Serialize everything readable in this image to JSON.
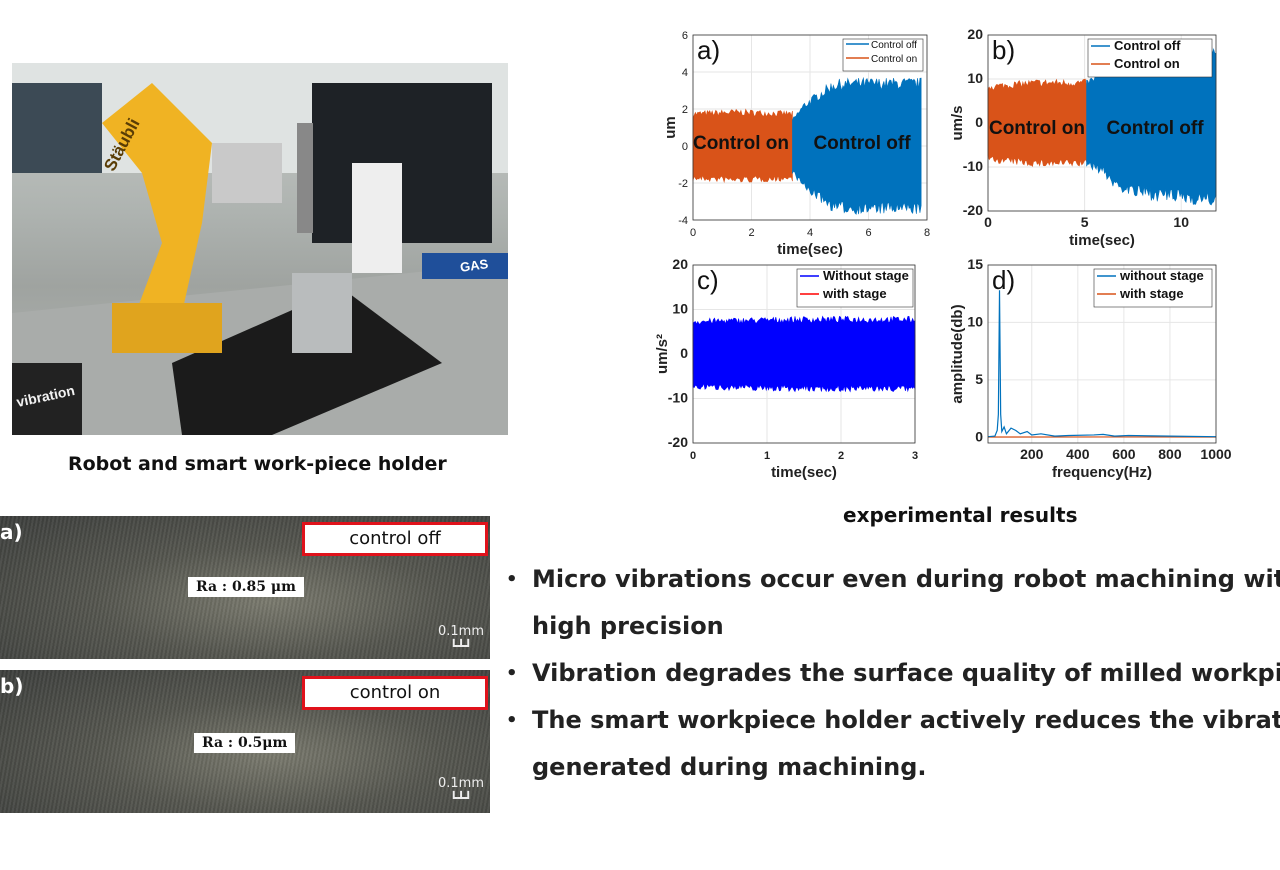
{
  "photo": {
    "caption": "Robot and smart work-piece holder",
    "overlay_texts": [
      "Stäubli",
      "vibration",
      "GAS"
    ]
  },
  "surfaces": [
    {
      "label": "a)",
      "state": "control off",
      "ra": "Ra : 0.85 μm",
      "scale": "0.1mm"
    },
    {
      "label": "b)",
      "state": "control on",
      "ra": "Ra : 0.5μm",
      "scale": "0.1mm"
    }
  ],
  "results_caption": "experimental results",
  "bullets": [
    {
      "lines": [
        "Micro vibrations occur even during robot machining with",
        "high precision"
      ]
    },
    {
      "lines": [
        "Vibration degrades the surface quality of milled workpieces"
      ]
    },
    {
      "lines": [
        "The smart workpiece holder actively reduces the vibration",
        "generated during machining."
      ]
    }
  ],
  "colors": {
    "control_off": "#0072bd",
    "control_on": "#d95319",
    "without_stage_c": "#0000ff",
    "with_stage_c": "#ff0000",
    "highlight_border": "#e0121b"
  },
  "chart_data": [
    {
      "type": "line",
      "panel": "a)",
      "xlabel": "time(sec)",
      "ylabel": "um",
      "xlim": [
        0,
        8
      ],
      "ylim": [
        -4,
        6
      ],
      "xticks": [
        0,
        2,
        4,
        6,
        8
      ],
      "yticks": [
        -4,
        -2,
        0,
        2,
        4,
        6
      ],
      "grid": true,
      "legend": "top-right",
      "annotations": [
        "Control on",
        "Control off"
      ],
      "series": [
        {
          "name": "Control off",
          "color": "#0072bd",
          "envelope": [
            [
              3.4,
              1.5
            ],
            [
              3.8,
              2.4
            ],
            [
              4.3,
              3.0
            ],
            [
              4.8,
              3.6
            ],
            [
              5.5,
              3.7
            ],
            [
              7.8,
              3.7
            ]
          ]
        },
        {
          "name": "Control on",
          "color": "#d95319",
          "envelope": [
            [
              0,
              1.9
            ],
            [
              1.5,
              2.0
            ],
            [
              3.4,
              1.9
            ]
          ]
        }
      ]
    },
    {
      "type": "line",
      "panel": "b)",
      "xlabel": "time(sec)",
      "ylabel": "um/s",
      "xlim": [
        0,
        11.8
      ],
      "ylim": [
        -20,
        20
      ],
      "xticks": [
        0,
        5,
        10
      ],
      "yticks": [
        -20,
        -10,
        0,
        10,
        20
      ],
      "grid": true,
      "legend": "top-right",
      "annotations": [
        "Control on",
        "Control off"
      ],
      "series": [
        {
          "name": "Control off",
          "color": "#0072bd",
          "envelope": [
            [
              5.1,
              10
            ],
            [
              6,
              12
            ],
            [
              6.5,
              15
            ],
            [
              7.5,
              17
            ],
            [
              9,
              18
            ],
            [
              11.8,
              19
            ]
          ]
        },
        {
          "name": "Control on",
          "color": "#d95319",
          "envelope": [
            [
              0,
              9
            ],
            [
              2.5,
              10
            ],
            [
              5.1,
              10
            ]
          ]
        }
      ]
    },
    {
      "type": "line",
      "panel": "c)",
      "xlabel": "time(sec)",
      "ylabel": "um/s²",
      "xlim": [
        0,
        3
      ],
      "ylim": [
        -20,
        20
      ],
      "xticks": [
        0,
        1,
        2,
        3
      ],
      "yticks": [
        -20,
        -10,
        0,
        10,
        20
      ],
      "grid": true,
      "legend": "top-right",
      "series": [
        {
          "name": "Without stage",
          "color": "#0000ff",
          "envelope": [
            [
              0,
              8
            ],
            [
              1.5,
              8.5
            ],
            [
              3,
              8.5
            ]
          ]
        },
        {
          "name": "with stage",
          "color": "#ff0000",
          "envelope": [
            [
              0,
              5
            ],
            [
              1.5,
              5
            ],
            [
              3,
              5
            ]
          ]
        }
      ]
    },
    {
      "type": "line",
      "panel": "d)",
      "xlabel": "frequency(Hz)",
      "ylabel": "amplitude(db)",
      "xlim": [
        10,
        1000
      ],
      "ylim": [
        -0.5,
        15
      ],
      "xticks": [
        200,
        400,
        600,
        800,
        1000
      ],
      "yticks": [
        0,
        5,
        10,
        15
      ],
      "grid": true,
      "legend": "top-right",
      "series": [
        {
          "name": "without stage",
          "color": "#0072bd",
          "points": [
            [
              10,
              0.05
            ],
            [
              40,
              0.1
            ],
            [
              50,
              0.6
            ],
            [
              55,
              2
            ],
            [
              60,
              12.8
            ],
            [
              65,
              2
            ],
            [
              70,
              0.5
            ],
            [
              80,
              0.9
            ],
            [
              90,
              0.3
            ],
            [
              110,
              0.8
            ],
            [
              130,
              0.6
            ],
            [
              150,
              0.3
            ],
            [
              180,
              0.5
            ],
            [
              200,
              0.2
            ],
            [
              240,
              0.3
            ],
            [
              300,
              0.1
            ],
            [
              360,
              0.15
            ],
            [
              470,
              0.2
            ],
            [
              510,
              0.25
            ],
            [
              560,
              0.1
            ],
            [
              620,
              0.15
            ],
            [
              800,
              0.1
            ],
            [
              1000,
              0.05
            ]
          ]
        },
        {
          "name": "with stage",
          "color": "#d95319",
          "points": [
            [
              10,
              0.02
            ],
            [
              500,
              0.03
            ],
            [
              1000,
              0.02
            ]
          ]
        }
      ]
    }
  ]
}
